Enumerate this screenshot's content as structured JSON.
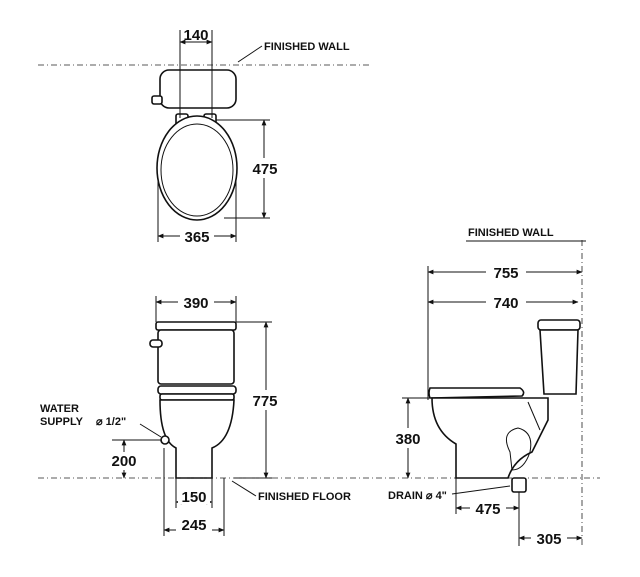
{
  "labels": {
    "finished_wall_top": "FINISHED WALL",
    "finished_wall_side": "FINISHED WALL",
    "finished_floor": "FINISHED FLOOR",
    "water_supply_line1": "WATER",
    "water_supply_line2": "SUPPLY",
    "water_supply_size": "⌀ 1/2\"",
    "drain": "DRAIN ⌀ 4\""
  },
  "dimensions": {
    "top_inlet_spacing": "140",
    "top_bowl_length": "475",
    "top_width": "365",
    "front_tank_width": "390",
    "front_total_height": "775",
    "front_supply_height": "200",
    "front_base_width": "150",
    "front_foot_width": "245",
    "side_overall_depth": "755",
    "side_depth": "740",
    "side_seat_height": "380",
    "side_drain_to_front": "475",
    "side_rough_in": "305"
  }
}
